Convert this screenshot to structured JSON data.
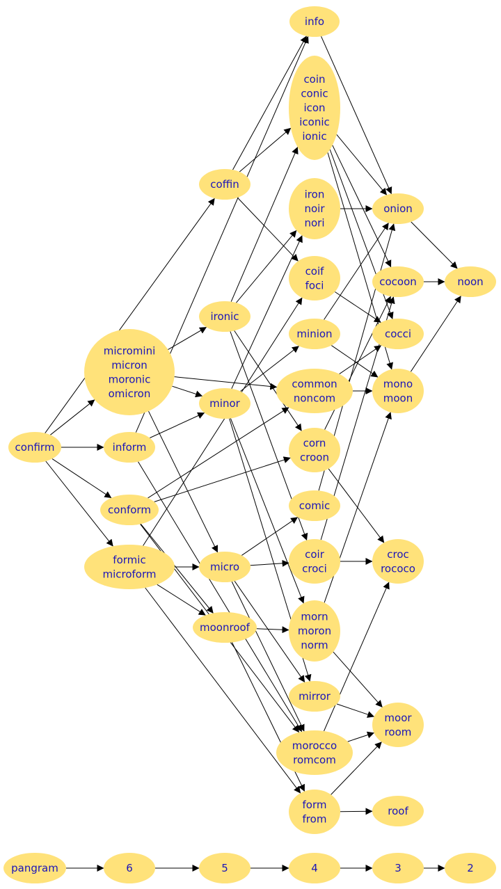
{
  "colors": {
    "node_fill": "#ffe27a",
    "node_text": "#1a14b8",
    "edge": "#000000",
    "background": "#ffffff"
  },
  "nodes": [
    {
      "id": "info",
      "lines": [
        "info"
      ]
    },
    {
      "id": "coin",
      "lines": [
        "coin",
        "conic",
        "icon",
        "iconic",
        "ionic"
      ]
    },
    {
      "id": "coffin",
      "lines": [
        "coffin"
      ]
    },
    {
      "id": "iron",
      "lines": [
        "iron",
        "noir",
        "nori"
      ]
    },
    {
      "id": "onion",
      "lines": [
        "onion"
      ]
    },
    {
      "id": "coif",
      "lines": [
        "coif",
        "foci"
      ]
    },
    {
      "id": "cocoon",
      "lines": [
        "cocoon"
      ]
    },
    {
      "id": "noon",
      "lines": [
        "noon"
      ]
    },
    {
      "id": "ironic",
      "lines": [
        "ironic"
      ]
    },
    {
      "id": "minion",
      "lines": [
        "minion"
      ]
    },
    {
      "id": "cocci",
      "lines": [
        "cocci"
      ]
    },
    {
      "id": "micromini",
      "lines": [
        "micromini",
        "micron",
        "moronic",
        "omicron"
      ]
    },
    {
      "id": "common",
      "lines": [
        "common",
        "noncom"
      ]
    },
    {
      "id": "mono",
      "lines": [
        "mono",
        "moon"
      ]
    },
    {
      "id": "minor",
      "lines": [
        "minor"
      ]
    },
    {
      "id": "confirm",
      "lines": [
        "confirm"
      ]
    },
    {
      "id": "inform",
      "lines": [
        "inform"
      ]
    },
    {
      "id": "corn",
      "lines": [
        "corn",
        "croon"
      ]
    },
    {
      "id": "comic",
      "lines": [
        "comic"
      ]
    },
    {
      "id": "conform",
      "lines": [
        "conform"
      ]
    },
    {
      "id": "formic",
      "lines": [
        "formic",
        "microform"
      ]
    },
    {
      "id": "micro",
      "lines": [
        "micro"
      ]
    },
    {
      "id": "coir",
      "lines": [
        "coir",
        "croci"
      ]
    },
    {
      "id": "croc",
      "lines": [
        "croc",
        "rococo"
      ]
    },
    {
      "id": "moonroof",
      "lines": [
        "moonroof"
      ]
    },
    {
      "id": "morn",
      "lines": [
        "morn",
        "moron",
        "norm"
      ]
    },
    {
      "id": "mirror",
      "lines": [
        "mirror"
      ]
    },
    {
      "id": "moor",
      "lines": [
        "moor",
        "room"
      ]
    },
    {
      "id": "morocco",
      "lines": [
        "morocco",
        "romcom"
      ]
    },
    {
      "id": "form",
      "lines": [
        "form",
        "from"
      ]
    },
    {
      "id": "roof",
      "lines": [
        "roof"
      ]
    },
    {
      "id": "pangram",
      "lines": [
        "pangram"
      ]
    },
    {
      "id": "n6",
      "lines": [
        "6"
      ]
    },
    {
      "id": "n5",
      "lines": [
        "5"
      ]
    },
    {
      "id": "n4",
      "lines": [
        "4"
      ]
    },
    {
      "id": "n3",
      "lines": [
        "3"
      ]
    },
    {
      "id": "n2",
      "lines": [
        "2"
      ]
    }
  ],
  "edges": [
    {
      "from": "confirm",
      "to": "coffin"
    },
    {
      "from": "confirm",
      "to": "micromini"
    },
    {
      "from": "confirm",
      "to": "inform"
    },
    {
      "from": "confirm",
      "to": "conform"
    },
    {
      "from": "confirm",
      "to": "formic"
    },
    {
      "from": "coffin",
      "to": "info"
    },
    {
      "from": "coffin",
      "to": "coin"
    },
    {
      "from": "coffin",
      "to": "coif"
    },
    {
      "from": "inform",
      "to": "info"
    },
    {
      "from": "inform",
      "to": "minor"
    },
    {
      "from": "inform",
      "to": "morocco"
    },
    {
      "from": "info",
      "to": "onion"
    },
    {
      "from": "coin",
      "to": "onion"
    },
    {
      "from": "coin",
      "to": "cocoon"
    },
    {
      "from": "coin",
      "to": "cocci"
    },
    {
      "from": "coin",
      "to": "mono"
    },
    {
      "from": "iron",
      "to": "onion"
    },
    {
      "from": "onion",
      "to": "noon"
    },
    {
      "from": "cocoon",
      "to": "noon"
    },
    {
      "from": "mono",
      "to": "noon"
    },
    {
      "from": "coif",
      "to": "cocci"
    },
    {
      "from": "minion",
      "to": "onion"
    },
    {
      "from": "minion",
      "to": "mono"
    },
    {
      "from": "micromini",
      "to": "ironic"
    },
    {
      "from": "micromini",
      "to": "common"
    },
    {
      "from": "micromini",
      "to": "minor"
    },
    {
      "from": "micromini",
      "to": "micro"
    },
    {
      "from": "ironic",
      "to": "coin"
    },
    {
      "from": "ironic",
      "to": "iron"
    },
    {
      "from": "ironic",
      "to": "corn"
    },
    {
      "from": "ironic",
      "to": "coir"
    },
    {
      "from": "minor",
      "to": "iron"
    },
    {
      "from": "minor",
      "to": "minion"
    },
    {
      "from": "minor",
      "to": "morn"
    },
    {
      "from": "minor",
      "to": "mirror"
    },
    {
      "from": "common",
      "to": "mono"
    },
    {
      "from": "common",
      "to": "cocci"
    },
    {
      "from": "conform",
      "to": "common"
    },
    {
      "from": "conform",
      "to": "corn"
    },
    {
      "from": "conform",
      "to": "moonroof"
    },
    {
      "from": "conform",
      "to": "morocco"
    },
    {
      "from": "formic",
      "to": "coif"
    },
    {
      "from": "formic",
      "to": "micro"
    },
    {
      "from": "formic",
      "to": "moonroof"
    },
    {
      "from": "formic",
      "to": "form"
    },
    {
      "from": "corn",
      "to": "cocoon"
    },
    {
      "from": "corn",
      "to": "croc"
    },
    {
      "from": "comic",
      "to": "onion"
    },
    {
      "from": "micro",
      "to": "comic"
    },
    {
      "from": "micro",
      "to": "coir"
    },
    {
      "from": "micro",
      "to": "mirror"
    },
    {
      "from": "micro",
      "to": "morocco"
    },
    {
      "from": "coir",
      "to": "croc"
    },
    {
      "from": "coir",
      "to": "cocoon"
    },
    {
      "from": "moonroof",
      "to": "morn"
    },
    {
      "from": "moonroof",
      "to": "form"
    },
    {
      "from": "morn",
      "to": "mono"
    },
    {
      "from": "morn",
      "to": "moor"
    },
    {
      "from": "mirror",
      "to": "moor"
    },
    {
      "from": "morocco",
      "to": "moor"
    },
    {
      "from": "morocco",
      "to": "croc"
    },
    {
      "from": "form",
      "to": "moor"
    },
    {
      "from": "form",
      "to": "roof"
    },
    {
      "from": "pangram",
      "to": "n6"
    },
    {
      "from": "n6",
      "to": "n5"
    },
    {
      "from": "n5",
      "to": "n4"
    },
    {
      "from": "n4",
      "to": "n3"
    },
    {
      "from": "n3",
      "to": "n2"
    }
  ]
}
